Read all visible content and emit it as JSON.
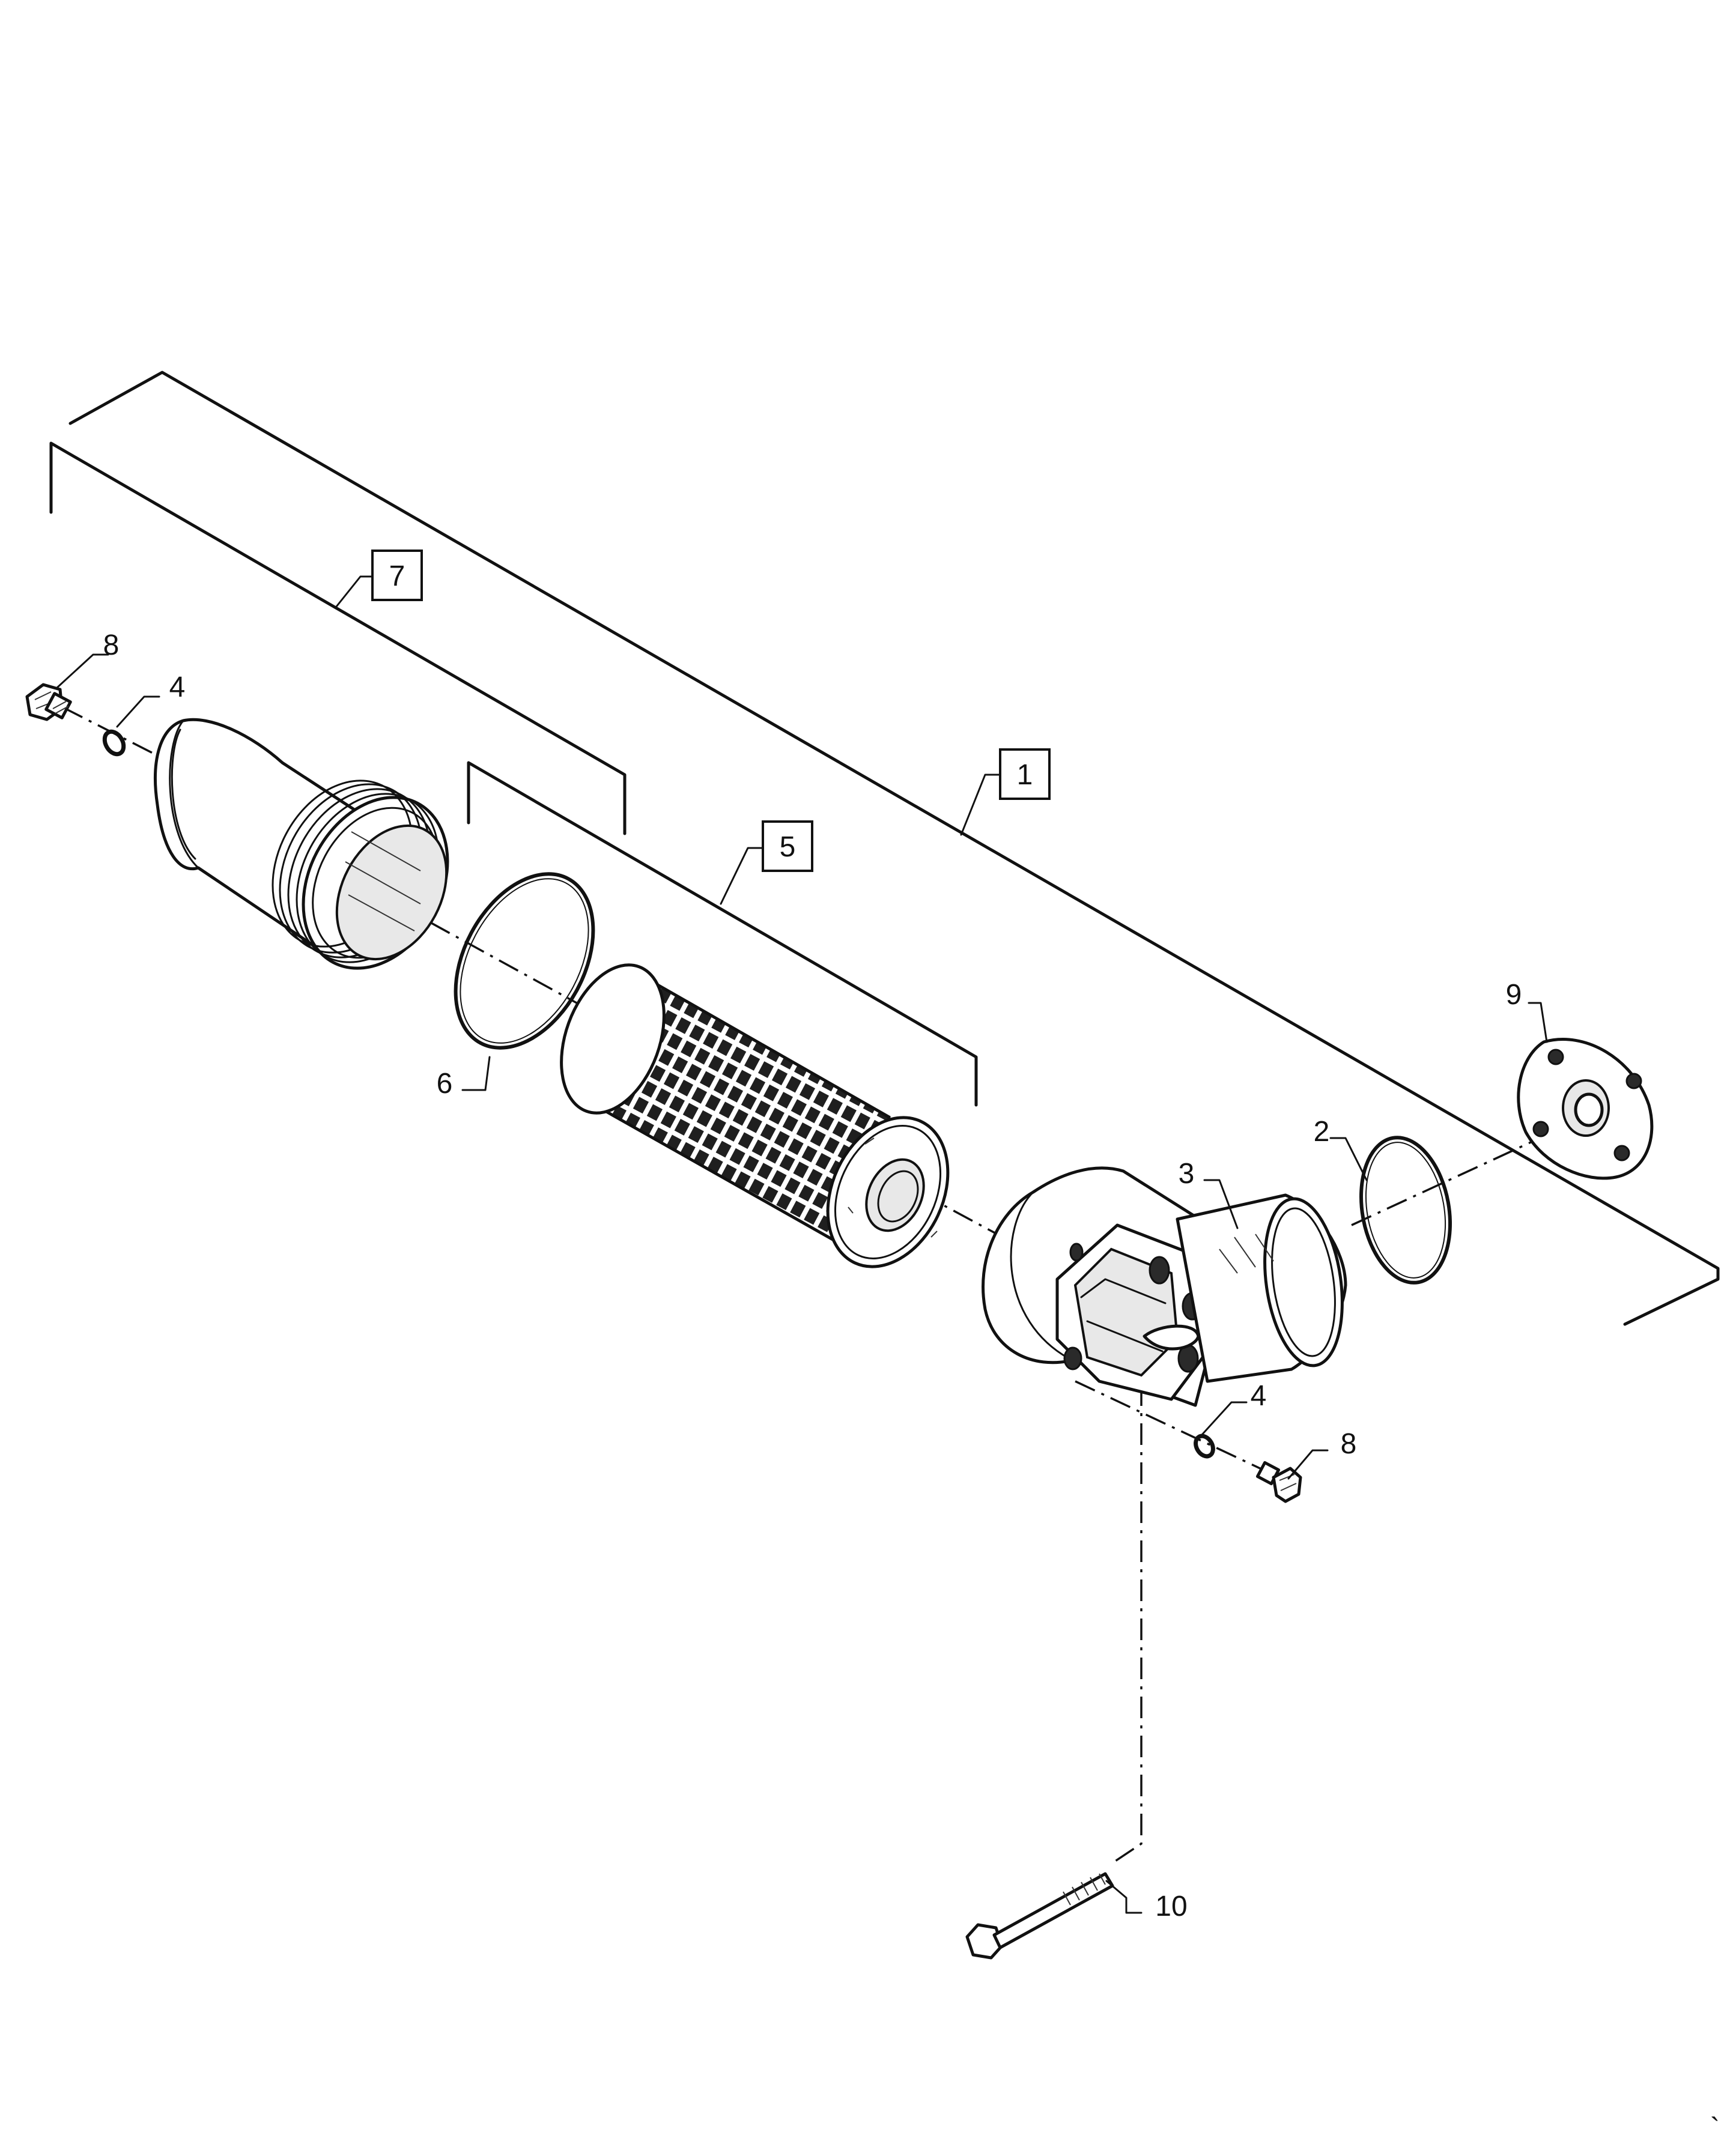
{
  "callouts": {
    "c1": "1",
    "c2": "2",
    "c3": "3",
    "c4a": "4",
    "c4b": "4",
    "c5": "5",
    "c6": "6",
    "c7": "7",
    "c8a": "8",
    "c8b": "8",
    "c9": "9",
    "c10": "10"
  },
  "corner_mark": "`"
}
